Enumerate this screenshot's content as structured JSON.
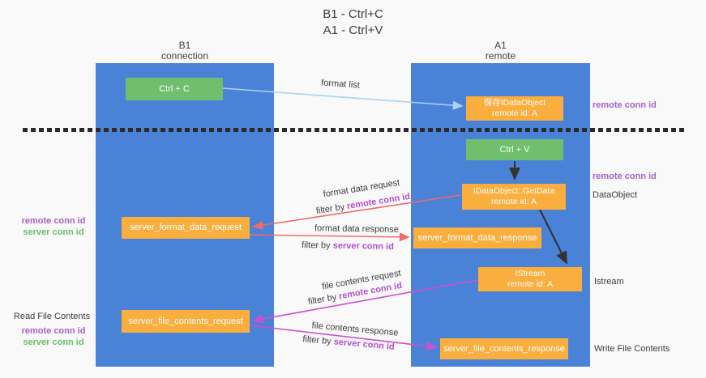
{
  "title": {
    "line1": "B1 - Ctrl+C",
    "line2": "A1 - Ctrl+V"
  },
  "lanes": {
    "b1": {
      "name": "B1",
      "subtitle": "connection"
    },
    "a1": {
      "name": "A1",
      "subtitle": "remote"
    }
  },
  "nodes": {
    "ctrl_c": {
      "label": "Ctrl + C"
    },
    "save_dataobject": {
      "line1": "保存IDataObject",
      "line2": "remote id: A"
    },
    "ctrl_v": {
      "label": "Ctrl + V"
    },
    "getdata": {
      "line1": "IDataObject::GetData",
      "line2": "remote id: A"
    },
    "format_request": {
      "label": "server_format_data_request"
    },
    "format_response": {
      "label": "server_format_data_response"
    },
    "istream": {
      "line1": "IStream",
      "line2": "remote id: A"
    },
    "file_request": {
      "label": "server_file_contents_request"
    },
    "file_response": {
      "label": "server_file_contents_response"
    }
  },
  "arrow_labels": {
    "format_list": {
      "title": "format list"
    },
    "format_request": {
      "title": "format data request",
      "filter_prefix": "filter by ",
      "filter_key": "remote conn id"
    },
    "format_response": {
      "title": "format data response",
      "filter_prefix": "filter by ",
      "filter_key": "server conn id"
    },
    "file_request": {
      "title": "file contents request",
      "filter_prefix": "filter by ",
      "filter_key": "remote conn id"
    },
    "file_response": {
      "title": "file contents response",
      "filter_prefix": "filter by ",
      "filter_key": "server conn id"
    }
  },
  "side_labels": {
    "right_remote_conn_top": "remote conn id",
    "right_remote_conn_mid": "remote conn id",
    "right_dataobject": "DataObject",
    "right_istream": "Istream",
    "right_write_file": "Write File Contents",
    "left_remote_conn_top": "remote conn id",
    "left_server_conn_top": "server conn id",
    "left_read_file": "Read File Contents",
    "left_remote_conn_bottom": "remote conn id",
    "left_server_conn_bottom": "server conn id"
  },
  "colors": {
    "lane_blue": "#4a82d8",
    "node_orange": "#f9ae3e",
    "node_green": "#6fbf6f",
    "arrow_light_blue": "#a9d3f2",
    "arrow_red": "#ef6a6a",
    "arrow_magenta": "#cf4fd0",
    "label_purple": "#a75fc9",
    "filter_purple": "#b14fd1",
    "label_green": "#67bd67",
    "text_dark": "#3c3c3c",
    "divider_black": "#2a2a2a",
    "background": "#f9f9f9"
  }
}
